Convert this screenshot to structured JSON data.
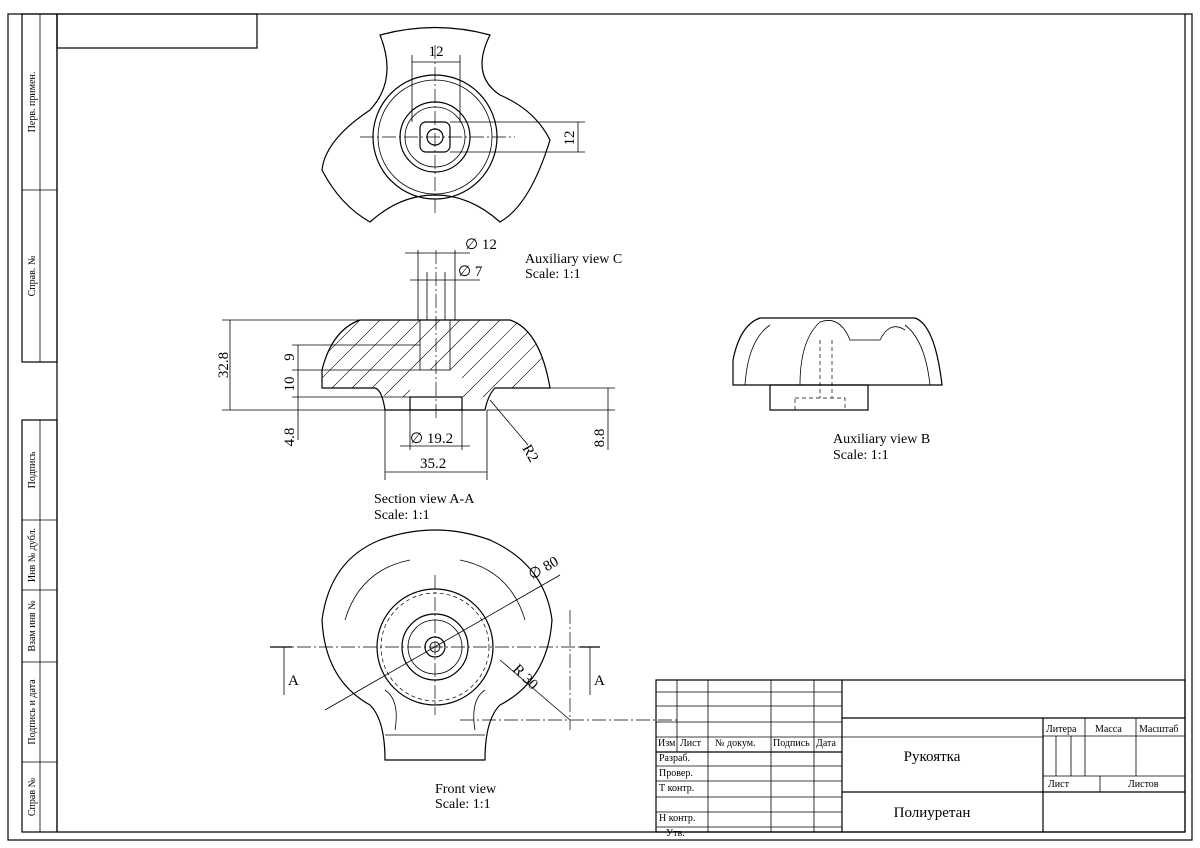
{
  "frame": {
    "side_strip": [
      "Перв. примен.",
      "Справ. №",
      "Подпись",
      "Инв № дубл.",
      "Взам инв №",
      "Подпись и дата",
      "Справ №"
    ]
  },
  "views": {
    "top": {
      "dims": [
        "12",
        "12"
      ]
    },
    "auxiliary_c": {
      "title": "Auxiliary view C",
      "scale": "Scale:  1:1"
    },
    "section": {
      "title": "Section view A-A",
      "scale": "Scale:  1:1",
      "dims": {
        "d12": "∅ 12",
        "d7": "∅ 7",
        "h32_8": "32.8",
        "h9": "9",
        "h10": "10",
        "h4_8": "4.8",
        "d19_2": "∅ 19.2",
        "w35_2": "35.2",
        "r2": "R2",
        "h8_8": "8.8"
      }
    },
    "auxiliary_b": {
      "title": "Auxiliary view B",
      "scale": "Scale:  1:1"
    },
    "front": {
      "title": "Front view",
      "scale": "Scale:  1:1",
      "dims": {
        "d80": "∅ 80",
        "r30": "R 30"
      },
      "section_marks": [
        "A",
        "A"
      ]
    }
  },
  "title_block": {
    "headers": [
      "Изм",
      "Лист",
      "№ докум.",
      "Подпись",
      "Дата"
    ],
    "roles": [
      "Разраб.",
      "Провер.",
      "Т контр.",
      "Н контр.",
      "Утв."
    ],
    "part_name": "Рукоятка",
    "material": "Полиуретан",
    "litera": "Литера",
    "mass": "Масса",
    "scale": "Масштаб",
    "sheet": "Лист",
    "sheets": "Листов"
  }
}
